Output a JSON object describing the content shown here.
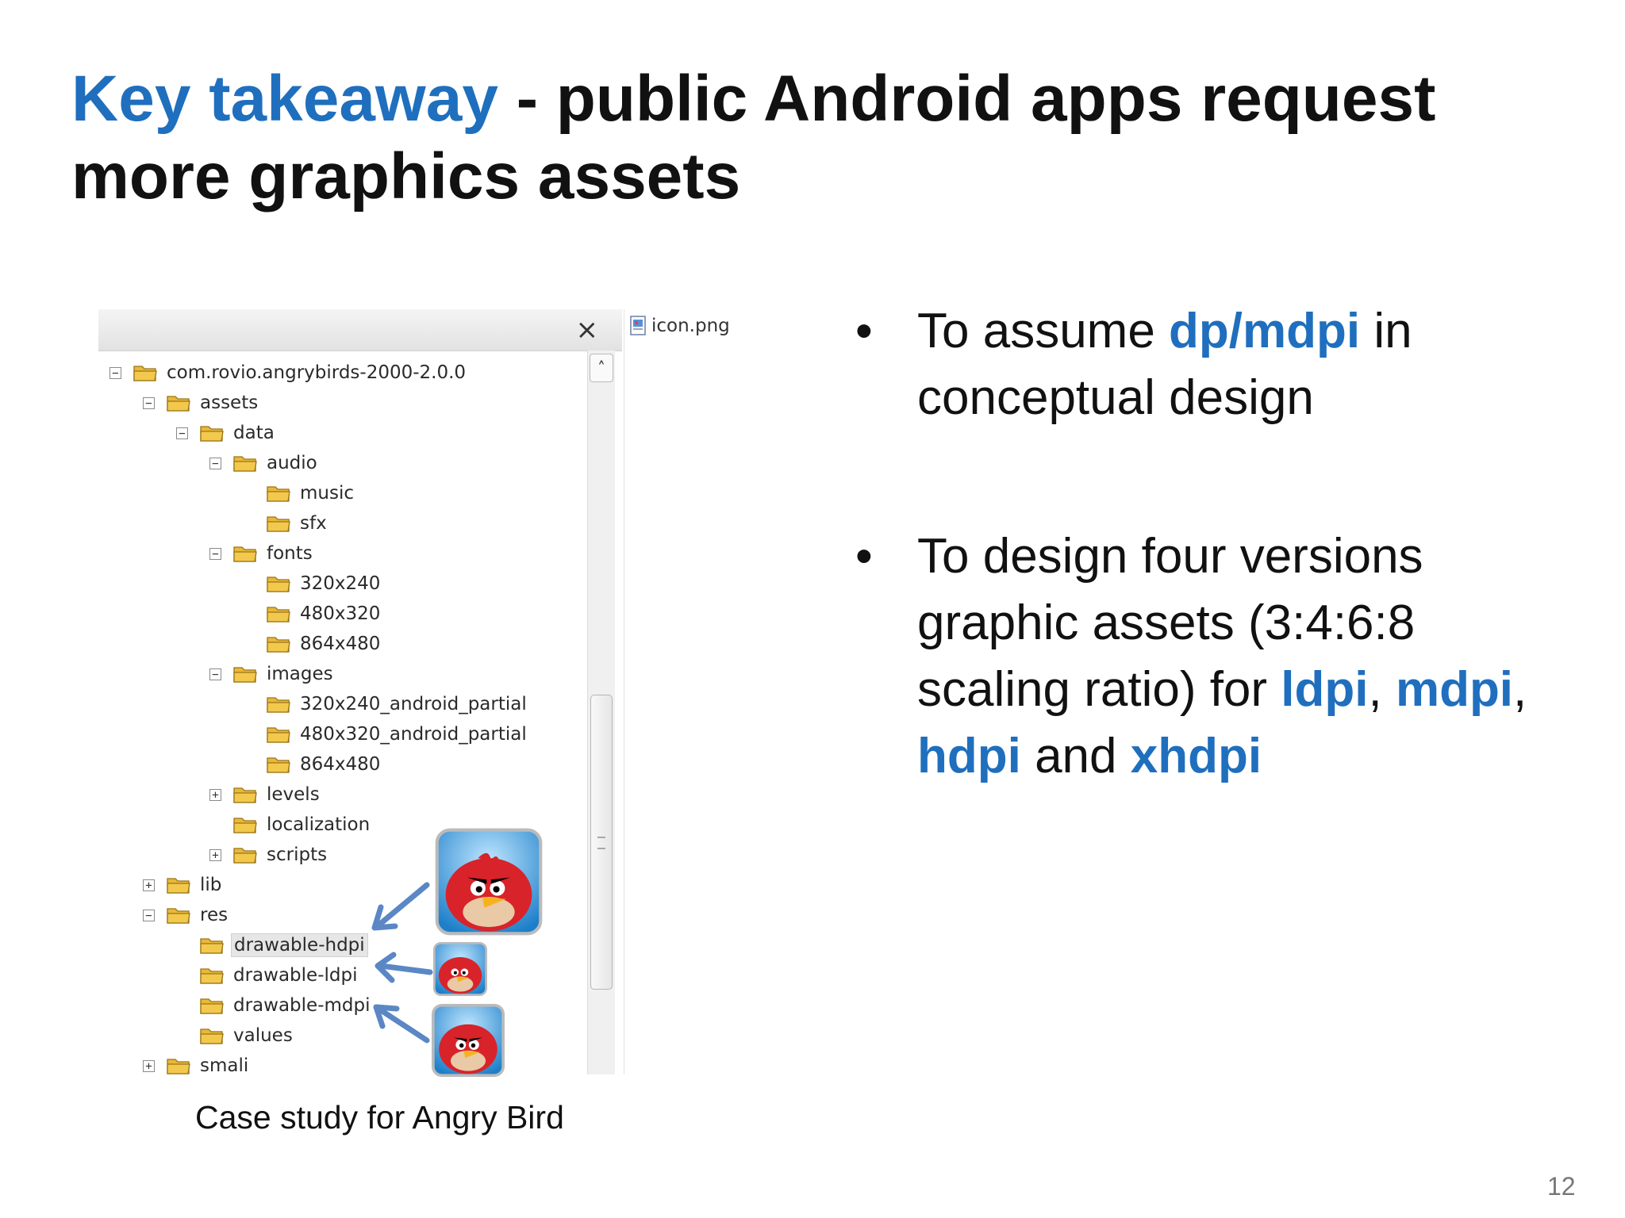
{
  "slide": {
    "title_highlight": "Key takeaway",
    "title_rest": " - public Android apps request more graphics assets",
    "page_number": "12",
    "caption": "Case study for Angry Bird"
  },
  "explorer": {
    "close_symbol": "×",
    "file": "icon.png",
    "tree": [
      {
        "label": "com.rovio.angrybirds-2000-2.0.0",
        "depth": 0,
        "expander": "minus"
      },
      {
        "label": "assets",
        "depth": 1,
        "expander": "minus"
      },
      {
        "label": "data",
        "depth": 2,
        "expander": "minus"
      },
      {
        "label": "audio",
        "depth": 3,
        "expander": "minus"
      },
      {
        "label": "music",
        "depth": 4,
        "expander": "none"
      },
      {
        "label": "sfx",
        "depth": 4,
        "expander": "none"
      },
      {
        "label": "fonts",
        "depth": 3,
        "expander": "minus"
      },
      {
        "label": "320x240",
        "depth": 4,
        "expander": "none"
      },
      {
        "label": "480x320",
        "depth": 4,
        "expander": "none"
      },
      {
        "label": "864x480",
        "depth": 4,
        "expander": "none"
      },
      {
        "label": "images",
        "depth": 3,
        "expander": "minus"
      },
      {
        "label": "320x240_android_partial",
        "depth": 4,
        "expander": "none"
      },
      {
        "label": "480x320_android_partial",
        "depth": 4,
        "expander": "none"
      },
      {
        "label": "864x480",
        "depth": 4,
        "expander": "none"
      },
      {
        "label": "levels",
        "depth": 3,
        "expander": "plus"
      },
      {
        "label": "localization",
        "depth": 3,
        "expander": "none"
      },
      {
        "label": "scripts",
        "depth": 3,
        "expander": "plus"
      },
      {
        "label": "lib",
        "depth": 1,
        "expander": "plus"
      },
      {
        "label": "res",
        "depth": 1,
        "expander": "minus"
      },
      {
        "label": "drawable-hdpi",
        "depth": 2,
        "expander": "none",
        "selected": true
      },
      {
        "label": "drawable-ldpi",
        "depth": 2,
        "expander": "none"
      },
      {
        "label": "drawable-mdpi",
        "depth": 2,
        "expander": "none"
      },
      {
        "label": "values",
        "depth": 2,
        "expander": "none"
      },
      {
        "label": "smali",
        "depth": 1,
        "expander": "plus"
      }
    ]
  },
  "bullets": [
    {
      "parts": [
        {
          "text": "To assume ",
          "hl": false
        },
        {
          "text": "dp/mdpi",
          "hl": true
        },
        {
          "text": " in conceptual design",
          "hl": false
        }
      ]
    },
    {
      "parts": [
        {
          "text": "To design four versions graphic assets (3:4:6:8 scaling ratio) for ",
          "hl": false
        },
        {
          "text": "ldpi",
          "hl": true
        },
        {
          "text": ", ",
          "hl": false
        },
        {
          "text": "mdpi",
          "hl": true
        },
        {
          "text": ", ",
          "hl": false
        },
        {
          "text": "hdpi",
          "hl": true
        },
        {
          "text": " and ",
          "hl": false
        },
        {
          "text": "xhdpi",
          "hl": true
        }
      ]
    }
  ],
  "colors": {
    "accent": "#1f6fbe",
    "text": "#111111",
    "folder": "#f2c94c",
    "arrow": "#5b87c5"
  }
}
